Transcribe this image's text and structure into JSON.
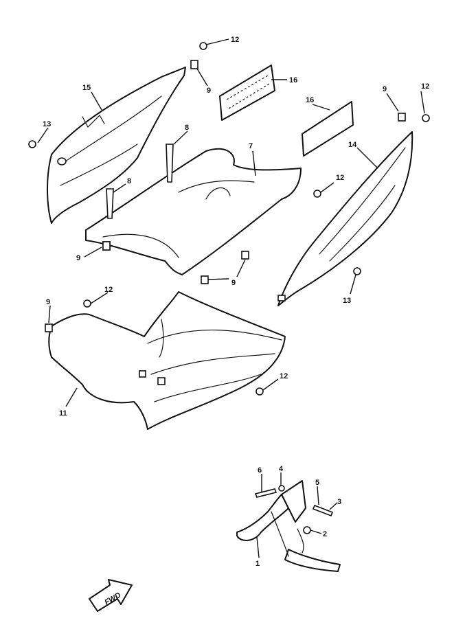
{
  "callouts": {
    "c12a": "12",
    "c9a": "9",
    "c16a": "16",
    "c15": "15",
    "c13a": "13",
    "c8a": "8",
    "c16b": "16",
    "c9b": "9",
    "c12b": "12",
    "c7": "7",
    "c14": "14",
    "c8b": "8",
    "c12c": "12",
    "c9c": "9",
    "c9d": "9",
    "c13b": "13",
    "c12d": "12",
    "c9e": "9",
    "c12e": "12",
    "c11": "11",
    "c6": "6",
    "c4": "4",
    "c5": "5",
    "c3": "3",
    "c2": "2",
    "c1": "1"
  },
  "fwd_label": "FWD",
  "icons": {
    "fwd": "forward-arrow-icon"
  },
  "colors": {
    "line": "#111111",
    "background": "#ffffff"
  }
}
